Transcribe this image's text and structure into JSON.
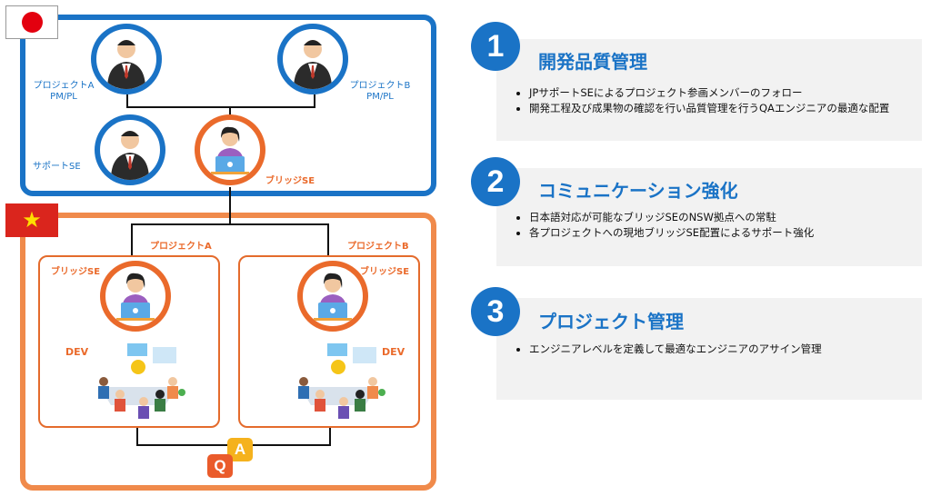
{
  "left": {
    "japan": {
      "pm_a_label": [
        "プロジェクトA",
        "PM/PL"
      ],
      "pm_b_label": [
        "プロジェクトB",
        "PM/PL"
      ],
      "support_label": "サポートSE",
      "bridge_label": "ブリッジSE"
    },
    "vietnam": {
      "project_a_title": "プロジェクトA",
      "project_b_title": "プロジェクトB",
      "bridge_a_label": "ブリッジSE",
      "bridge_b_label": "ブリッジSE",
      "dev_a_label": "DEV",
      "dev_b_label": "DEV",
      "qa_q": "Q",
      "qa_a": "A"
    }
  },
  "right": {
    "sections": [
      {
        "number": "1",
        "title": "開発品質管理",
        "bullets": [
          "JPサポートSEによるプロジェクト参画メンバーのフォロー",
          "開発工程及び成果物の確認を行い品質管理を行うQAエンジニアの最適な配置"
        ]
      },
      {
        "number": "2",
        "title": "コミュニケーション強化",
        "bullets": [
          "日本語対応が可能なブリッジSEのNSW拠点への常駐",
          "各プロジェクトへの現地ブリッジSE配置によるサポート強化"
        ]
      },
      {
        "number": "3",
        "title": "プロジェクト管理",
        "bullets": [
          "エンジニアレベルを定義して最適なエンジニアのアサイン管理"
        ]
      }
    ]
  },
  "colors": {
    "blue": "#1a73c6",
    "orange": "#ea6a2b",
    "panel": "#f2f2f2"
  }
}
